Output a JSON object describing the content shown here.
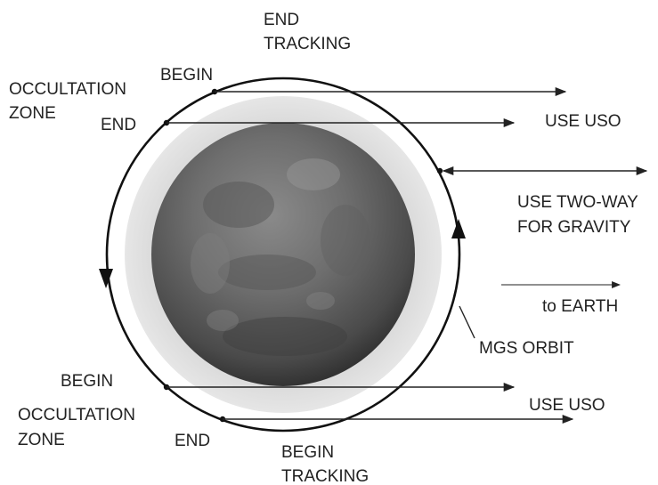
{
  "labels": {
    "end_tracking_1": "END",
    "end_tracking_2": "TRACKING",
    "top_begin": "BEGIN",
    "top_zone_1": "OCCULTATION",
    "top_zone_2": "ZONE",
    "top_end": "END",
    "use_uso_top": "USE USO",
    "two_way_1": "USE TWO-WAY",
    "two_way_2": "FOR GRAVITY",
    "to_earth": "to EARTH",
    "mgs_orbit": "MGS ORBIT",
    "bottom_begin": "BEGIN",
    "bottom_zone_1": "OCCULTATION",
    "bottom_zone_2": "ZONE",
    "use_uso_bottom": "USE USO",
    "bottom_end": "END",
    "begin_tracking_1": "BEGIN",
    "begin_tracking_2": "TRACKING"
  }
}
